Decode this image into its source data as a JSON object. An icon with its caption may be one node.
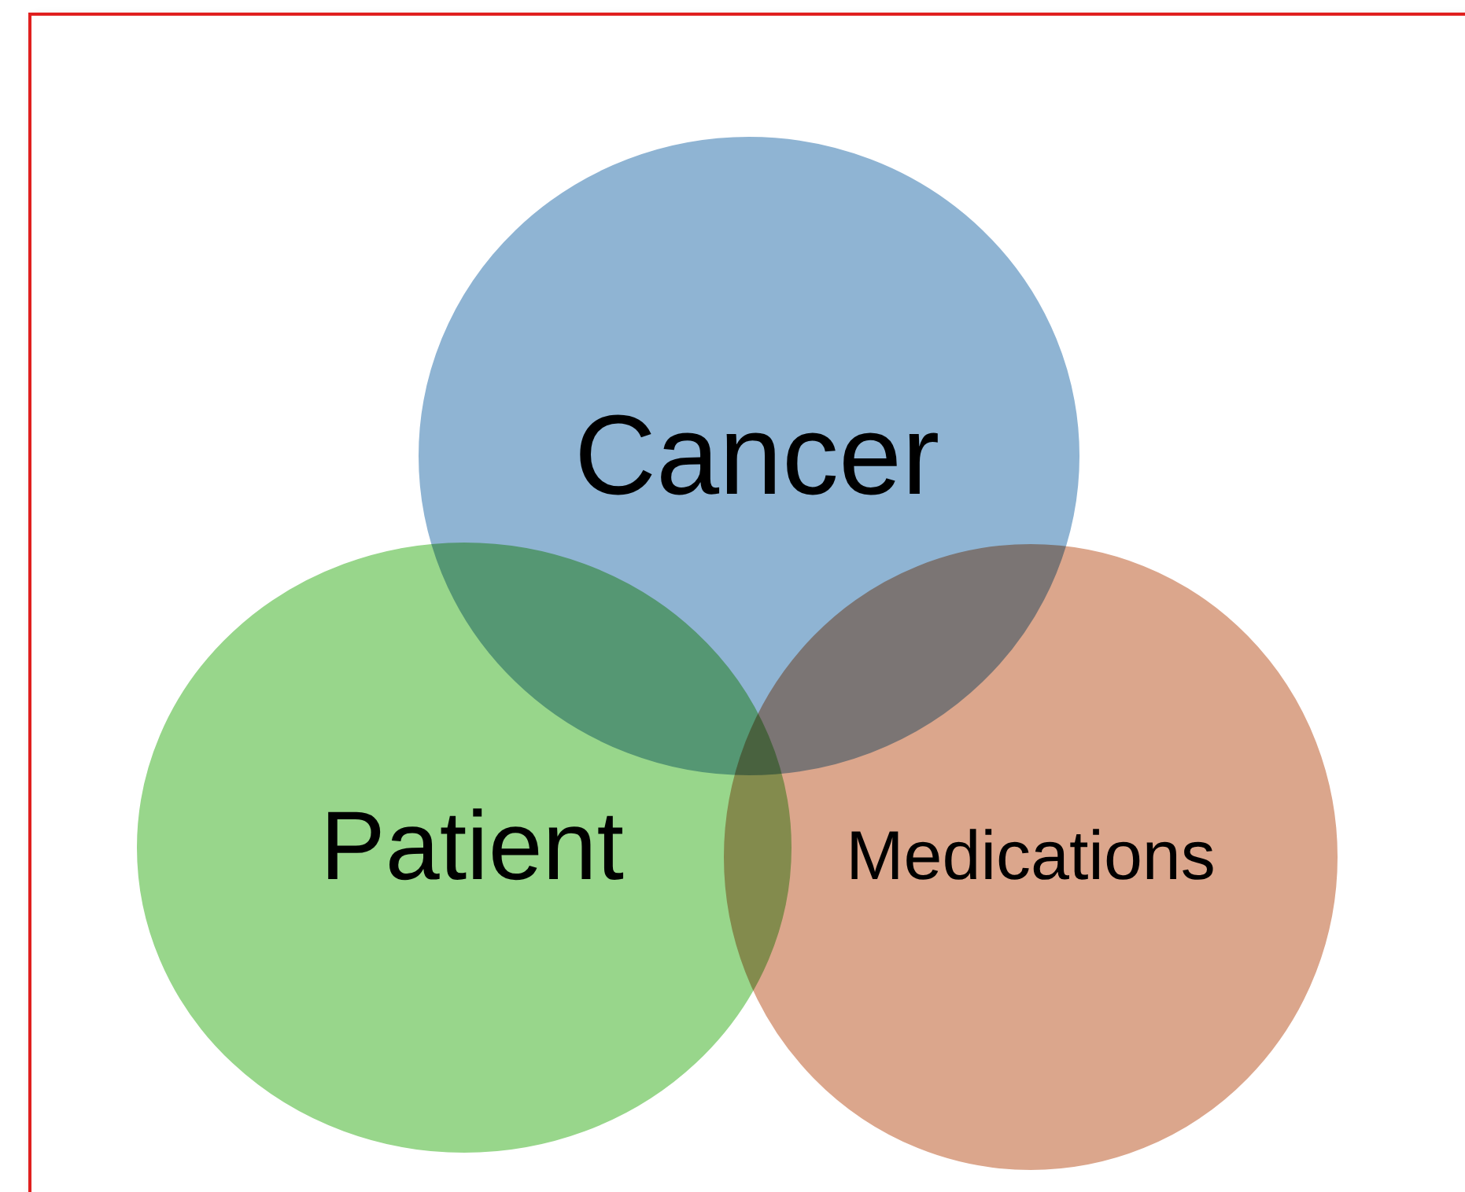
{
  "diagram": {
    "nodes": [
      {
        "text": [
          "Cancer"
        ]
      },
      {
        "text": [
          "Patient"
        ]
      },
      {
        "text": [
          "Medications"
        ]
      }
    ]
  }
}
